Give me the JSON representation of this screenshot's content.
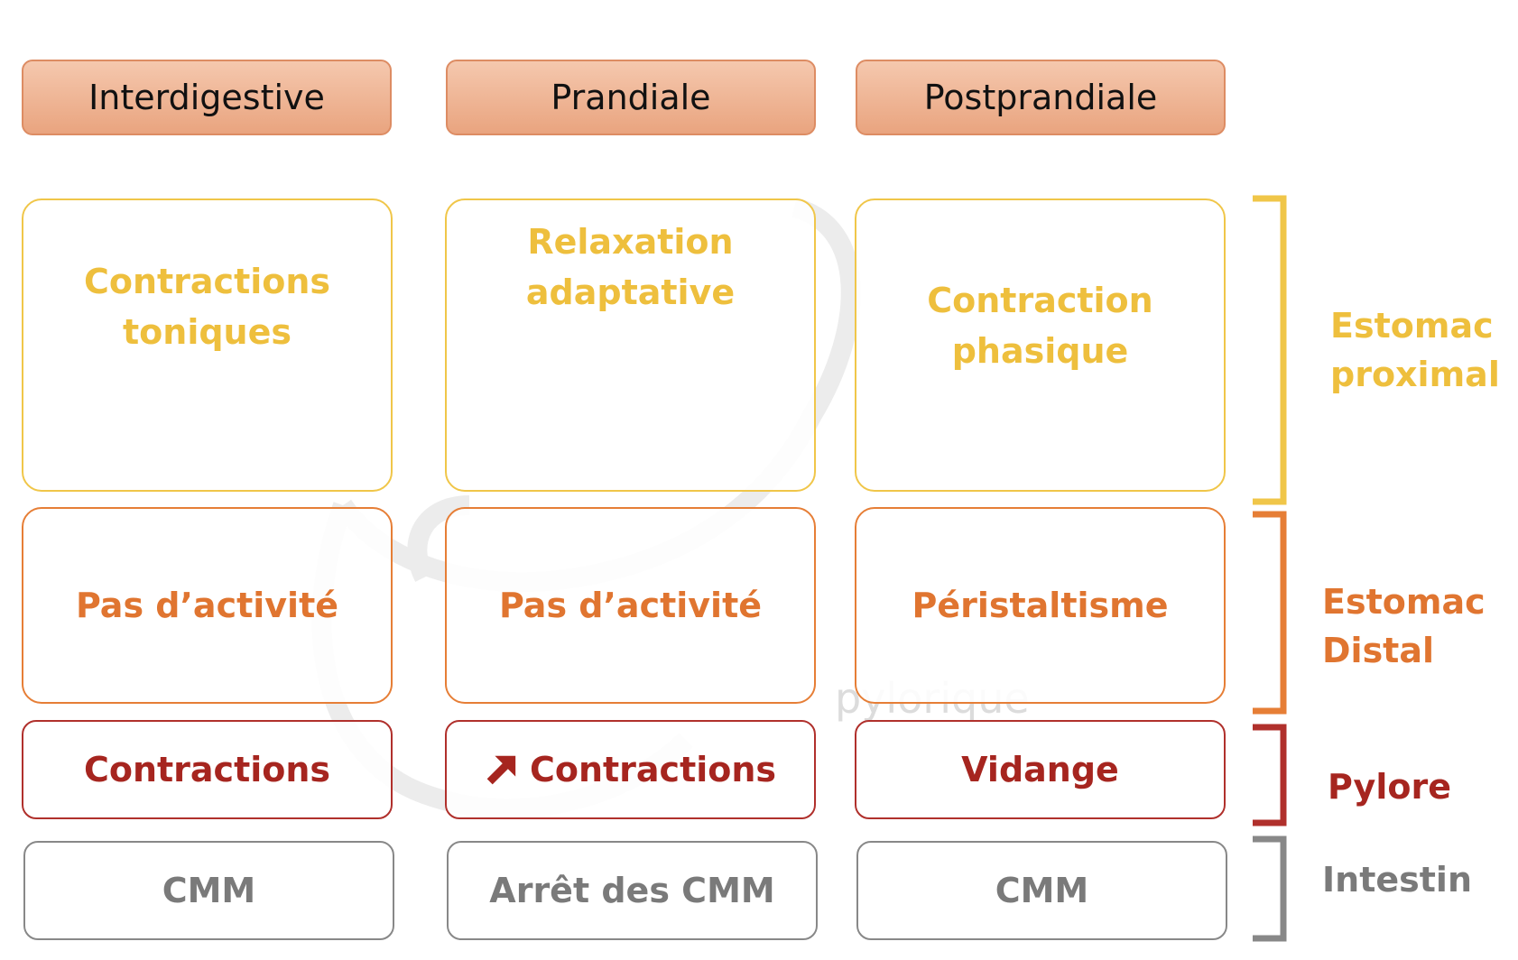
{
  "columns": [
    "Interdigestive",
    "Prandiale",
    "Postprandiale"
  ],
  "rows": {
    "proximal": {
      "label": "Estomac\nproximal",
      "cells": [
        "Contractions\ntoniques",
        "Relaxation\nadaptative",
        "Contraction\nphasique"
      ]
    },
    "distal": {
      "label": "Estomac\nDistal",
      "cells": [
        "Pas d’activité",
        "Pas d’activité",
        "Péristaltisme"
      ]
    },
    "pylore": {
      "label": "Pylore",
      "cells": [
        "Contractions",
        "Contractions",
        "Vidange"
      ],
      "middle_icon": "up-right-arrow-icon"
    },
    "intestin": {
      "label": "Intestin",
      "cells": [
        "CMM",
        "Arrêt des CMM",
        "CMM"
      ]
    }
  },
  "watermark_text": "pylorique",
  "colors": {
    "header_fill": "#e9a47f",
    "proximal": "#eebf3d",
    "distal": "#e07530",
    "pylore": "#a6251f",
    "intestin": "#7a7a7a"
  }
}
